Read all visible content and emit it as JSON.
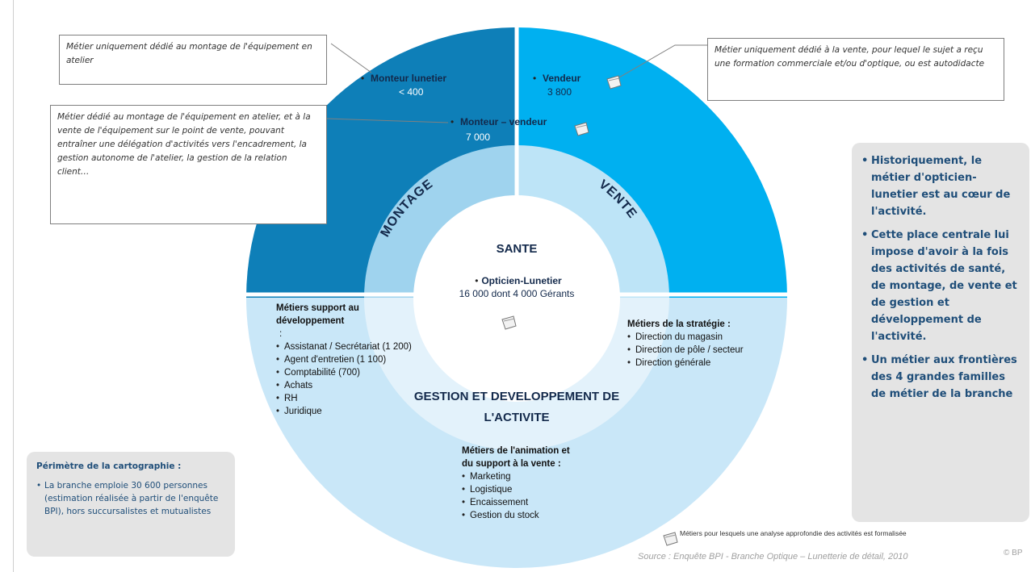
{
  "quadrants": {
    "montage": "MONTAGE",
    "vente": "VENTE",
    "sante": "SANTE",
    "gestion_line1": "GESTION ET DEVELOPPEMENT DE",
    "gestion_line2": "L'ACTIVITE"
  },
  "callouts": {
    "monteur_def": "Métier uniquement dédié au montage de l'équipement en atelier",
    "monteur_vendeur_def": "Métier dédié au montage de l'équipement en atelier, et à la vente de l'équipement sur le point de vente, pouvant entraîner une délégation d'activités vers l'encadrement, la gestion autonome de l'atelier, la gestion de la relation client…",
    "vendeur_def": "Métier uniquement dédié à la vente, pour lequel le sujet a reçu une formation commerciale et/ou d'optique, ou est autodidacte"
  },
  "jobs": {
    "monteur_lunetier": {
      "name": "Monteur lunetier",
      "count": "< 400"
    },
    "monteur_vendeur": {
      "name": "Monteur – vendeur",
      "count": "7 000"
    },
    "vendeur": {
      "name": "Vendeur",
      "count": "3 800"
    },
    "opticien": {
      "name": "Opticien-Lunetier",
      "count": "16 000 dont 4 000 Gérants"
    }
  },
  "support": {
    "title_line1": "Métiers support au",
    "title_line2": "développement",
    "title_line3": ":",
    "items": [
      "Assistanat / Secrétariat (1 200)",
      "Agent d'entretien (1 100)",
      "Comptabilité (700)",
      "Achats",
      "RH",
      "Juridique"
    ]
  },
  "strategie": {
    "title": "Métiers de la stratégie :",
    "items": [
      "Direction du magasin",
      "Direction de pôle / secteur",
      "Direction générale"
    ]
  },
  "animation": {
    "title_line1": "Métiers de l'animation et",
    "title_line2": "du support à la vente :",
    "items": [
      "Marketing",
      "Logistique",
      "Encaissement",
      "Gestion du stock"
    ]
  },
  "side_right": {
    "bullets": [
      "Historiquement, le métier d'opticien-lunetier est au cœur de l'activité.",
      "Cette place centrale lui impose d'avoir à la fois des activités de santé, de montage, de vente et de gestion et développement de l'activité.",
      "Un métier aux frontières des 4 grandes familles de métier de la branche"
    ]
  },
  "side_left": {
    "title": "Périmètre de la cartographie :",
    "bullet": "La branche emploie 30 600 personnes (estimation réalisée à partir de l'enquête BPI), hors succursalistes et mutualistes"
  },
  "legend": "Métiers pour lesquels une analyse approfondie des activités est formalisée",
  "source": "Source : Enquête BPI - Branche Optique – Lunetterie de détail, 2010",
  "copyright": "© BP",
  "colors": {
    "montage": "#0e7fb8",
    "vente": "#00b0f0",
    "gestion": "#c9e7f8",
    "inner_montage": "#9fd3ee",
    "inner_vente": "#bde4f7",
    "inner_gestion": "#e3f2fb",
    "center": "#ffffff",
    "text_title": "#1f4e79"
  }
}
